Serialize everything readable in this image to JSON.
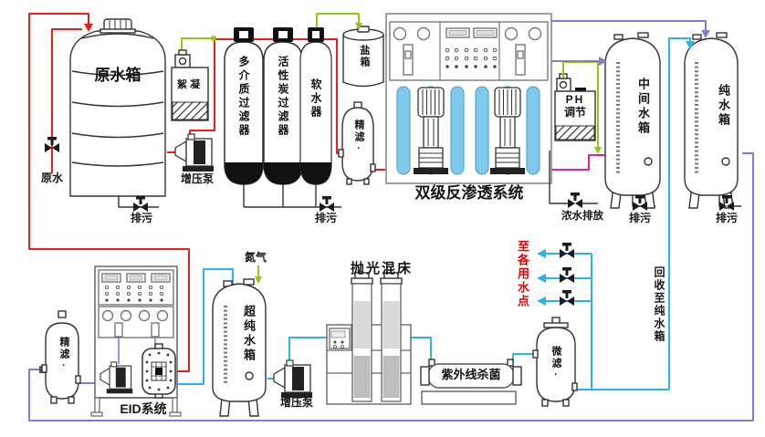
{
  "labels": {
    "raw_water_tank": "原水箱",
    "raw_water": "原水",
    "flocculant": "絮凝",
    "booster_pump_1": "增压泵",
    "multi_media_filter": "多介质过滤器",
    "carbon_filter": "活性炭过滤器",
    "softener": "软水器",
    "salt_tank": "盐箱",
    "fine_filter_1": "精滤·",
    "drain_1": "排污",
    "drain_2": "排污",
    "ro_system": "双级反渗透系统",
    "ph_line1": "PH",
    "ph_line2": "调节",
    "concentrate_discharge": "浓水排放",
    "intermediate_tank": "中间水箱",
    "drain_3": "排污",
    "pure_tank": "纯水箱",
    "drain_4": "排污",
    "recycle_to_pure_tank": "回收至纯水箱",
    "to_use_points": "至各用水点",
    "micro_filter": "微滤·",
    "uv_sterilizer": "紫外线杀菌",
    "polishing_mixed_bed": "抛光混床",
    "nitrogen": "氮气",
    "ultrapure_tank": "超纯水箱",
    "booster_pump_2": "增压泵",
    "eid_system": "EID系统",
    "fine_filter_2": "精滤·"
  },
  "colors": {
    "red": "#ee1b1b",
    "green": "#94c614",
    "pink": "#f316a5",
    "purple": "#8878d0",
    "cyan": "#27b4ef",
    "membrane_blue": "#7fc9ed",
    "membrane_edge": "#58a8d0",
    "valve_black": "#1a1a1a",
    "label_red": "#e60000"
  }
}
